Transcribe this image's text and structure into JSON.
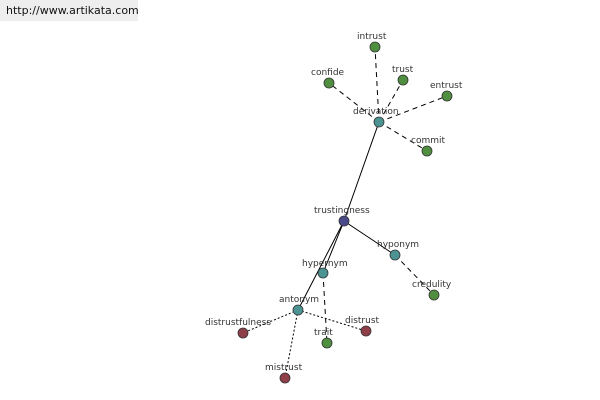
{
  "header": {
    "url": "http://www.artikata.com"
  },
  "graph": {
    "colors": {
      "root": "#4a4a8a",
      "relation": "#4c9494",
      "synonym": "#4f8f3f",
      "antonym": "#8f3f48",
      "edge": "#000000"
    },
    "nodes": [
      {
        "id": "trustingness",
        "label": "trustingness",
        "kind": "root"
      },
      {
        "id": "derivation",
        "label": "derivation",
        "kind": "relation"
      },
      {
        "id": "hyponym",
        "label": "hyponym",
        "kind": "relation"
      },
      {
        "id": "hypernym",
        "label": "hypernym",
        "kind": "relation"
      },
      {
        "id": "antonym",
        "label": "antonym",
        "kind": "relation"
      },
      {
        "id": "intrust",
        "label": "intrust",
        "kind": "synonym"
      },
      {
        "id": "trust",
        "label": "trust",
        "kind": "synonym"
      },
      {
        "id": "confide",
        "label": "confide",
        "kind": "synonym"
      },
      {
        "id": "entrust",
        "label": "entrust",
        "kind": "synonym"
      },
      {
        "id": "commit",
        "label": "commit",
        "kind": "synonym"
      },
      {
        "id": "credulity",
        "label": "credulity",
        "kind": "synonym"
      },
      {
        "id": "trait",
        "label": "trait",
        "kind": "synonym"
      },
      {
        "id": "distrustfulness",
        "label": "distrustfulness",
        "kind": "antonym"
      },
      {
        "id": "distrust",
        "label": "distrust",
        "kind": "antonym"
      },
      {
        "id": "mistrust",
        "label": "mistrust",
        "kind": "antonym"
      }
    ],
    "edges": [
      {
        "from": "trustingness",
        "to": "derivation",
        "style": "solid"
      },
      {
        "from": "trustingness",
        "to": "hyponym",
        "style": "solid"
      },
      {
        "from": "trustingness",
        "to": "hypernym",
        "style": "solid"
      },
      {
        "from": "trustingness",
        "to": "antonym",
        "style": "solid"
      },
      {
        "from": "derivation",
        "to": "intrust",
        "style": "dashed"
      },
      {
        "from": "derivation",
        "to": "trust",
        "style": "dashed"
      },
      {
        "from": "derivation",
        "to": "confide",
        "style": "dashed"
      },
      {
        "from": "derivation",
        "to": "entrust",
        "style": "dashed"
      },
      {
        "from": "derivation",
        "to": "commit",
        "style": "dashed"
      },
      {
        "from": "hyponym",
        "to": "credulity",
        "style": "dashed"
      },
      {
        "from": "hypernym",
        "to": "trait",
        "style": "dashed"
      },
      {
        "from": "antonym",
        "to": "distrustfulness",
        "style": "dotted"
      },
      {
        "from": "antonym",
        "to": "distrust",
        "style": "dotted"
      },
      {
        "from": "antonym",
        "to": "mistrust",
        "style": "dotted"
      }
    ]
  }
}
